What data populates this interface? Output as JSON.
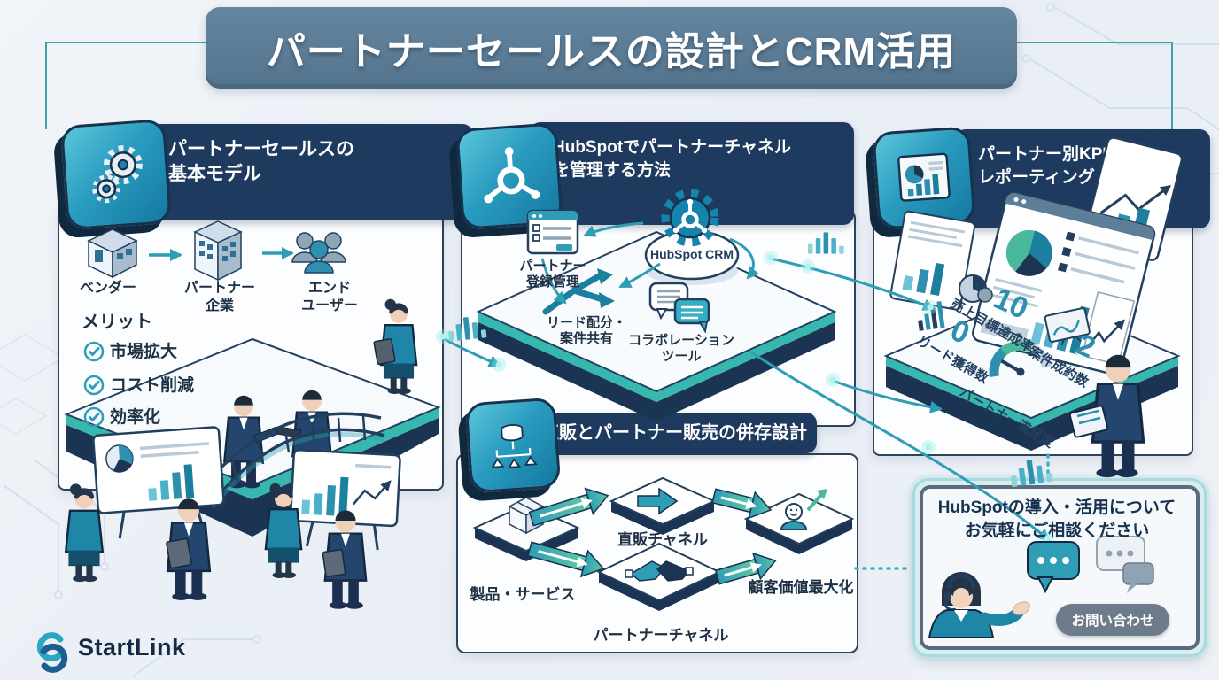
{
  "title": "パートナーセールスの設計とCRM活用",
  "brand": {
    "name": "StartLink"
  },
  "colors": {
    "accent_teal": "#2f9db5",
    "navy": "#1e3a5e",
    "banner_blue": "#5e7d97",
    "rim_teal": "#38b8ae",
    "platform_side": "#1c3453",
    "cta_button": "#6e7b8a",
    "background": "#edf1f6"
  },
  "icons": {
    "panel1": "gears-icon",
    "panel2": "hubspot-sprocket-icon",
    "panel3": "kpi-chart-icon",
    "panel4": "org-chart-icon"
  },
  "panels": {
    "basic_model": {
      "header_line1": "パートナーセールスの",
      "header_line2": "基本モデル",
      "flow": [
        {
          "l1": "ベンダー",
          "l2": ""
        },
        {
          "l1": "パートナー",
          "l2": "企業"
        },
        {
          "l1": "エンド",
          "l2": "ユーザー"
        }
      ],
      "merit_heading": "メリット",
      "merits": [
        "市場拡大",
        "コスト削減",
        "効率化"
      ]
    },
    "hubspot": {
      "header_line1": "HubSpotでパートナーチャネル",
      "header_line2": "を管理する方法",
      "crm_label": "HubSpot CRM",
      "node_registration": {
        "l1": "パートナー",
        "l2": "登録管理"
      },
      "node_leads": {
        "l1": "リード配分・",
        "l2": "案件共有"
      },
      "node_collab": {
        "l1": "コラボレーション",
        "l2": "ツール"
      }
    },
    "kpi": {
      "header_line1": "パートナー別KPI設計と",
      "header_line2": "レポーティング",
      "metrics": [
        {
          "label": "売上目標達成率",
          "value": "10"
        },
        {
          "label": "リード獲得数",
          "value": "0"
        },
        {
          "label": "案件成約数",
          "value": "2"
        },
        {
          "label": "パートナー満足度",
          "value": ""
        }
      ]
    },
    "coexistence": {
      "header": "直販とパートナー販売の併存設計",
      "node_product": "製品・サービス",
      "node_direct": "直販チャネル",
      "node_partner": "パートナーチャネル",
      "node_customer": "顧客価値最大化"
    },
    "cta": {
      "line1": "HubSpotの導入・活用について",
      "line2": "お気軽にご相談ください",
      "button_label": "お問い合わせ"
    }
  }
}
